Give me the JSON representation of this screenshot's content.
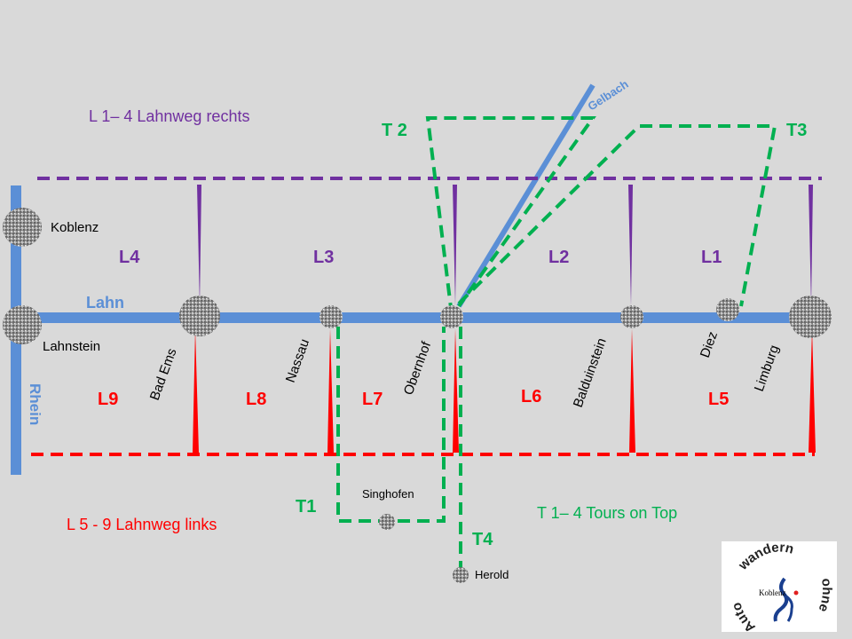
{
  "legend": {
    "right": "L 1– 4 Lahnweg rechts",
    "left": "L 5 - 9 Lahnweg links",
    "tours": "T 1– 4 Tours on Top"
  },
  "rivers": {
    "lahn": "Lahn",
    "rhein": "Rhein",
    "gelbach": "Gelbach"
  },
  "cities": {
    "koblenz": "Koblenz",
    "lahnstein": "Lahnstein",
    "bad_ems": "Bad Ems",
    "nassau": "Nassau",
    "obernhof": "Obernhof",
    "balduinstein": "Balduinstein",
    "diez": "Diez",
    "limburg": "Limburg",
    "singhofen": "Singhofen",
    "herold": "Herold"
  },
  "right_sections": [
    "L4",
    "L3",
    "L2",
    "L1"
  ],
  "left_sections": [
    "L9",
    "L8",
    "L7",
    "L6",
    "L5"
  ],
  "tours": [
    "T1",
    "T2",
    "T3",
    "T4"
  ],
  "tour_labels": [
    "T1",
    "T 2",
    "T3",
    "T4"
  ],
  "logo": {
    "text": "Autowandern ohne",
    "city": "Koblenz"
  },
  "colors": {
    "river": "#5b8fd6",
    "right": "#7030a0",
    "left": "#ff0000",
    "tour": "#00b050"
  }
}
